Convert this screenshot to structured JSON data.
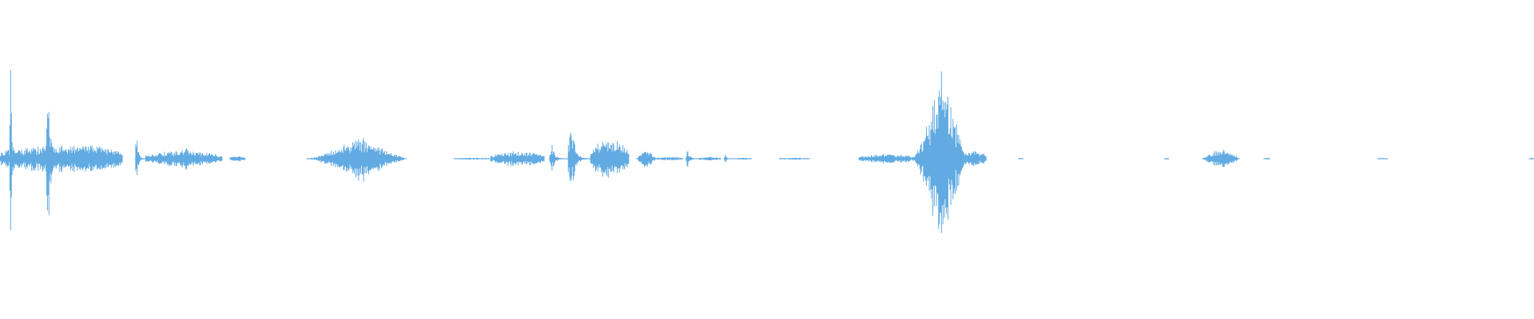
{
  "waveform": {
    "color": "#62abe2",
    "background": "#ffffff",
    "amplitude_scale": 1.0,
    "segments": [
      {
        "id": "seg-01",
        "start": 0.0,
        "end": 0.08,
        "peak": 0.15,
        "shape": "noise"
      },
      {
        "id": "seg-02",
        "start": 0.006,
        "end": 0.012,
        "peak": 1.0,
        "shape": "spike"
      },
      {
        "id": "seg-03",
        "start": 0.03,
        "end": 0.04,
        "peak": 0.78,
        "shape": "spike"
      },
      {
        "id": "seg-04",
        "start": 0.036,
        "end": 0.08,
        "peak": 0.14,
        "shape": "noise"
      },
      {
        "id": "seg-05",
        "start": 0.088,
        "end": 0.095,
        "peak": 0.28,
        "shape": "spike"
      },
      {
        "id": "seg-06",
        "start": 0.095,
        "end": 0.145,
        "peak": 0.08,
        "shape": "noise"
      },
      {
        "id": "seg-07",
        "start": 0.115,
        "end": 0.126,
        "peak": 0.12,
        "shape": "blob"
      },
      {
        "id": "seg-08",
        "start": 0.15,
        "end": 0.16,
        "peak": 0.03,
        "shape": "noise"
      },
      {
        "id": "seg-09",
        "start": 0.2,
        "end": 0.265,
        "peak": 0.24,
        "shape": "burst"
      },
      {
        "id": "seg-10",
        "start": 0.296,
        "end": 0.32,
        "peak": 0.01,
        "shape": "noise"
      },
      {
        "id": "seg-11",
        "start": 0.32,
        "end": 0.355,
        "peak": 0.08,
        "shape": "noise"
      },
      {
        "id": "seg-12",
        "start": 0.358,
        "end": 0.37,
        "peak": 0.15,
        "shape": "spike"
      },
      {
        "id": "seg-13",
        "start": 0.37,
        "end": 0.385,
        "peak": 0.4,
        "shape": "spike"
      },
      {
        "id": "seg-14",
        "start": 0.385,
        "end": 0.41,
        "peak": 0.2,
        "shape": "noise"
      },
      {
        "id": "seg-15",
        "start": 0.415,
        "end": 0.428,
        "peak": 0.09,
        "shape": "blob"
      },
      {
        "id": "seg-16",
        "start": 0.428,
        "end": 0.445,
        "peak": 0.02,
        "shape": "noise"
      },
      {
        "id": "seg-17",
        "start": 0.447,
        "end": 0.456,
        "peak": 0.1,
        "shape": "spike"
      },
      {
        "id": "seg-18",
        "start": 0.456,
        "end": 0.47,
        "peak": 0.02,
        "shape": "noise"
      },
      {
        "id": "seg-19",
        "start": 0.472,
        "end": 0.478,
        "peak": 0.05,
        "shape": "spike"
      },
      {
        "id": "seg-20",
        "start": 0.478,
        "end": 0.49,
        "peak": 0.01,
        "shape": "noise"
      },
      {
        "id": "seg-21",
        "start": 0.508,
        "end": 0.528,
        "peak": 0.01,
        "shape": "noise"
      },
      {
        "id": "seg-22",
        "start": 0.56,
        "end": 0.596,
        "peak": 0.05,
        "shape": "noise"
      },
      {
        "id": "seg-23",
        "start": 0.595,
        "end": 0.63,
        "peak": 0.97,
        "shape": "burst"
      },
      {
        "id": "seg-24",
        "start": 0.625,
        "end": 0.643,
        "peak": 0.08,
        "shape": "noise"
      },
      {
        "id": "seg-25",
        "start": 0.664,
        "end": 0.667,
        "peak": 0.01,
        "shape": "noise"
      },
      {
        "id": "seg-26",
        "start": 0.759,
        "end": 0.762,
        "peak": 0.01,
        "shape": "noise"
      },
      {
        "id": "seg-27",
        "start": 0.784,
        "end": 0.808,
        "peak": 0.1,
        "shape": "blob"
      },
      {
        "id": "seg-28",
        "start": 0.824,
        "end": 0.828,
        "peak": 0.01,
        "shape": "noise"
      },
      {
        "id": "seg-29",
        "start": 0.898,
        "end": 0.905,
        "peak": 0.01,
        "shape": "noise"
      },
      {
        "id": "seg-30",
        "start": 0.997,
        "end": 1.0,
        "peak": 0.01,
        "shape": "noise"
      }
    ]
  }
}
